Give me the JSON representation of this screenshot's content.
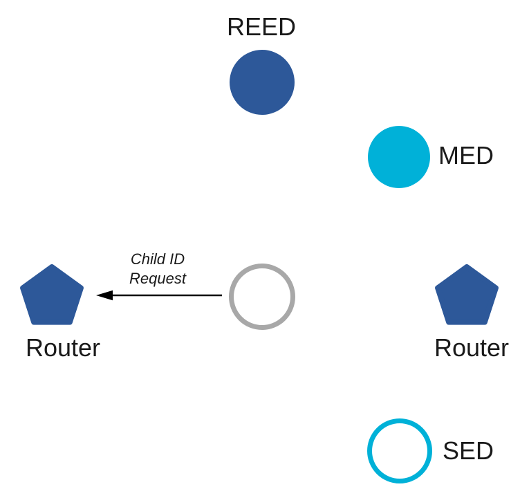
{
  "colors": {
    "background": "#ffffff",
    "node_blue": "#2d5899",
    "node_cyan": "#00b1d8",
    "outline_gray": "#a8a8a8",
    "arrow_black": "#000000",
    "label_text": "#1a1a1a"
  },
  "diagram": {
    "nodes": {
      "reed": {
        "label": "REED",
        "shape": "filled-circle",
        "color": "#2d5899"
      },
      "med": {
        "label": "MED",
        "shape": "filled-circle",
        "color": "#00b1d8"
      },
      "joining_node": {
        "label": "",
        "shape": "outlined-circle",
        "color": "#a8a8a8"
      },
      "router_left": {
        "label": "Router",
        "shape": "pentagon",
        "color": "#2d5899"
      },
      "router_right": {
        "label": "Router",
        "shape": "pentagon",
        "color": "#2d5899"
      },
      "sed": {
        "label": "SED",
        "shape": "outlined-circle",
        "color": "#00b1d8"
      }
    },
    "arrow": {
      "label_line1": "Child ID",
      "label_line2": "Request",
      "from": "joining_node",
      "to": "router_left"
    }
  }
}
